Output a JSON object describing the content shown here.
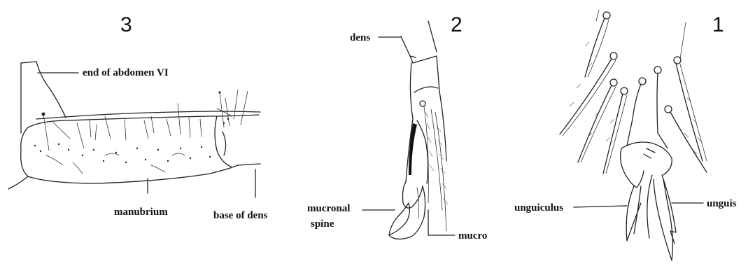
{
  "panels": [
    {
      "number": "3",
      "labels": {
        "end_abdomen": "end of abdomen VI",
        "manubrium": "manubrium",
        "base_dens": "base of dens"
      }
    },
    {
      "number": "2",
      "labels": {
        "dens": "dens",
        "mucronal_spine_line1": "mucronal",
        "mucronal_spine_line2": "spine",
        "mucro": "mucro"
      }
    },
    {
      "number": "1",
      "labels": {
        "unguiculus": "unguiculus",
        "unguis": "unguis"
      }
    }
  ]
}
